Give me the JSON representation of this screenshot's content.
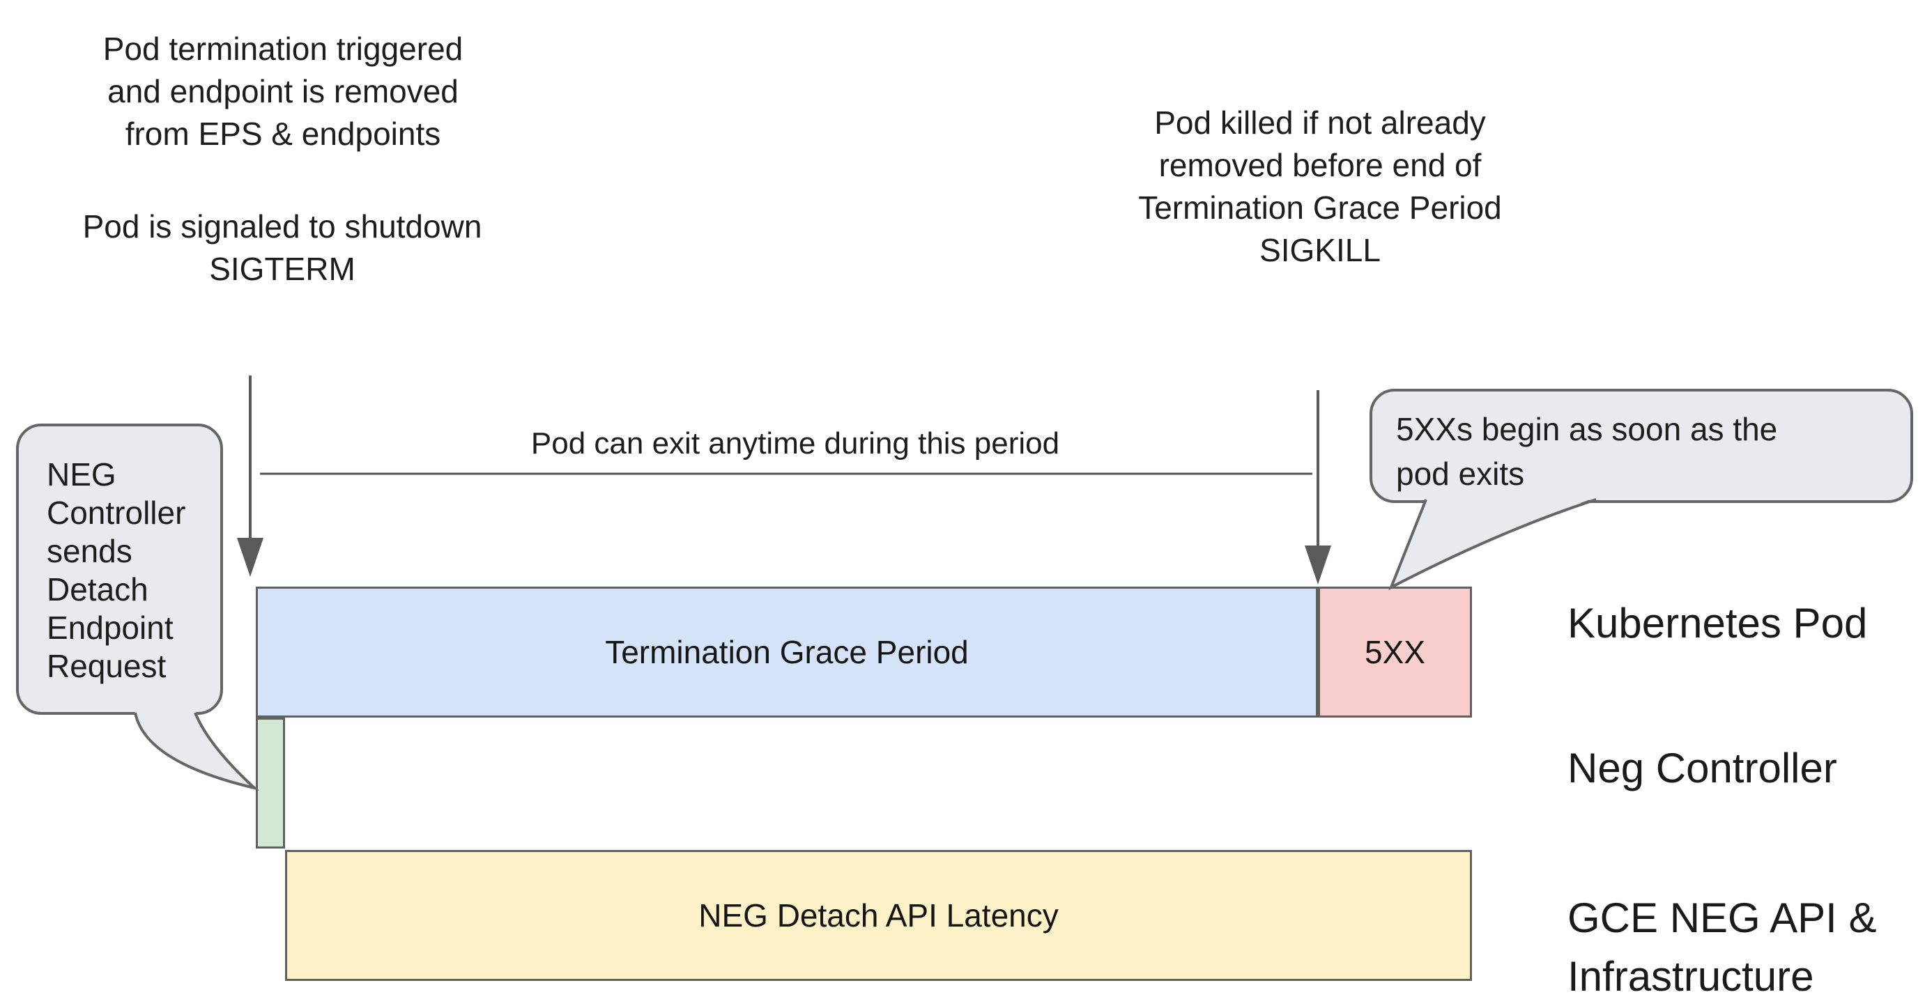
{
  "annotations": {
    "top_left_trigger": {
      "lines": [
        "Pod termination triggered",
        "and endpoint is removed",
        "from EPS & endpoints"
      ]
    },
    "top_left_signal": {
      "lines": [
        "Pod is signaled to shutdown",
        "SIGTERM"
      ]
    },
    "top_right_kill": {
      "lines": [
        "Pod killed if not already",
        "removed before end of",
        "Termination Grace Period",
        "SIGKILL"
      ]
    },
    "period_note": "Pod can exit anytime during this period"
  },
  "callouts": {
    "left": {
      "text": "NEG Controller sends Detach Endpoint Request"
    },
    "right": {
      "text": "5XXs begin as soon as the pod exits"
    }
  },
  "bars": {
    "grace": {
      "label": "Termination Grace Period",
      "fill": "#d5e3f9"
    },
    "five_xx": {
      "label": "5XX",
      "fill": "#f8cfcc"
    },
    "detach_request": {
      "label": "",
      "fill": "#d2e7d4"
    },
    "api_latency": {
      "label": "NEG Detach API Latency",
      "fill": "#fdf1c7"
    }
  },
  "row_labels": {
    "kubernetes_pod": "Kubernetes Pod",
    "neg_controller": "Neg Controller",
    "gce_neg_api": {
      "lines": [
        "GCE NEG API &",
        "Infrastructure"
      ]
    }
  },
  "colors": {
    "bar_border": "#5f6060",
    "callout_fill": "#e8eaed",
    "callout_border": "#666666",
    "arrow": "#5a5a5a",
    "text": "#1d1d1d"
  }
}
